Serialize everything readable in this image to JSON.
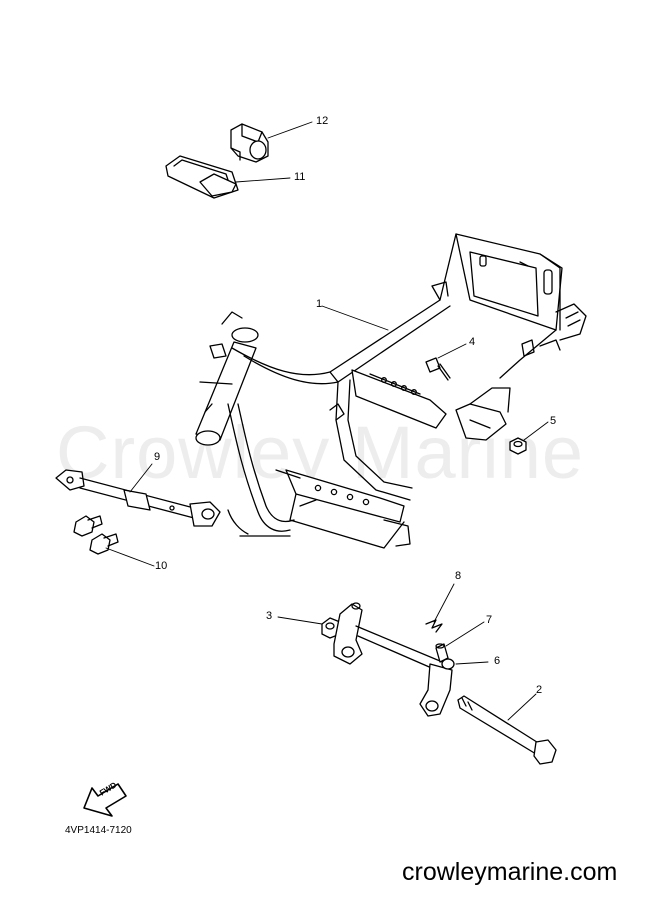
{
  "watermark": "Crowley Marine",
  "part_code": "4VP1414-7120",
  "site": "crowleymarine.com",
  "fwd_label": "FWD",
  "callouts": [
    "1",
    "2",
    "3",
    "4",
    "5",
    "6",
    "7",
    "8",
    "9",
    "10",
    "11",
    "12"
  ]
}
